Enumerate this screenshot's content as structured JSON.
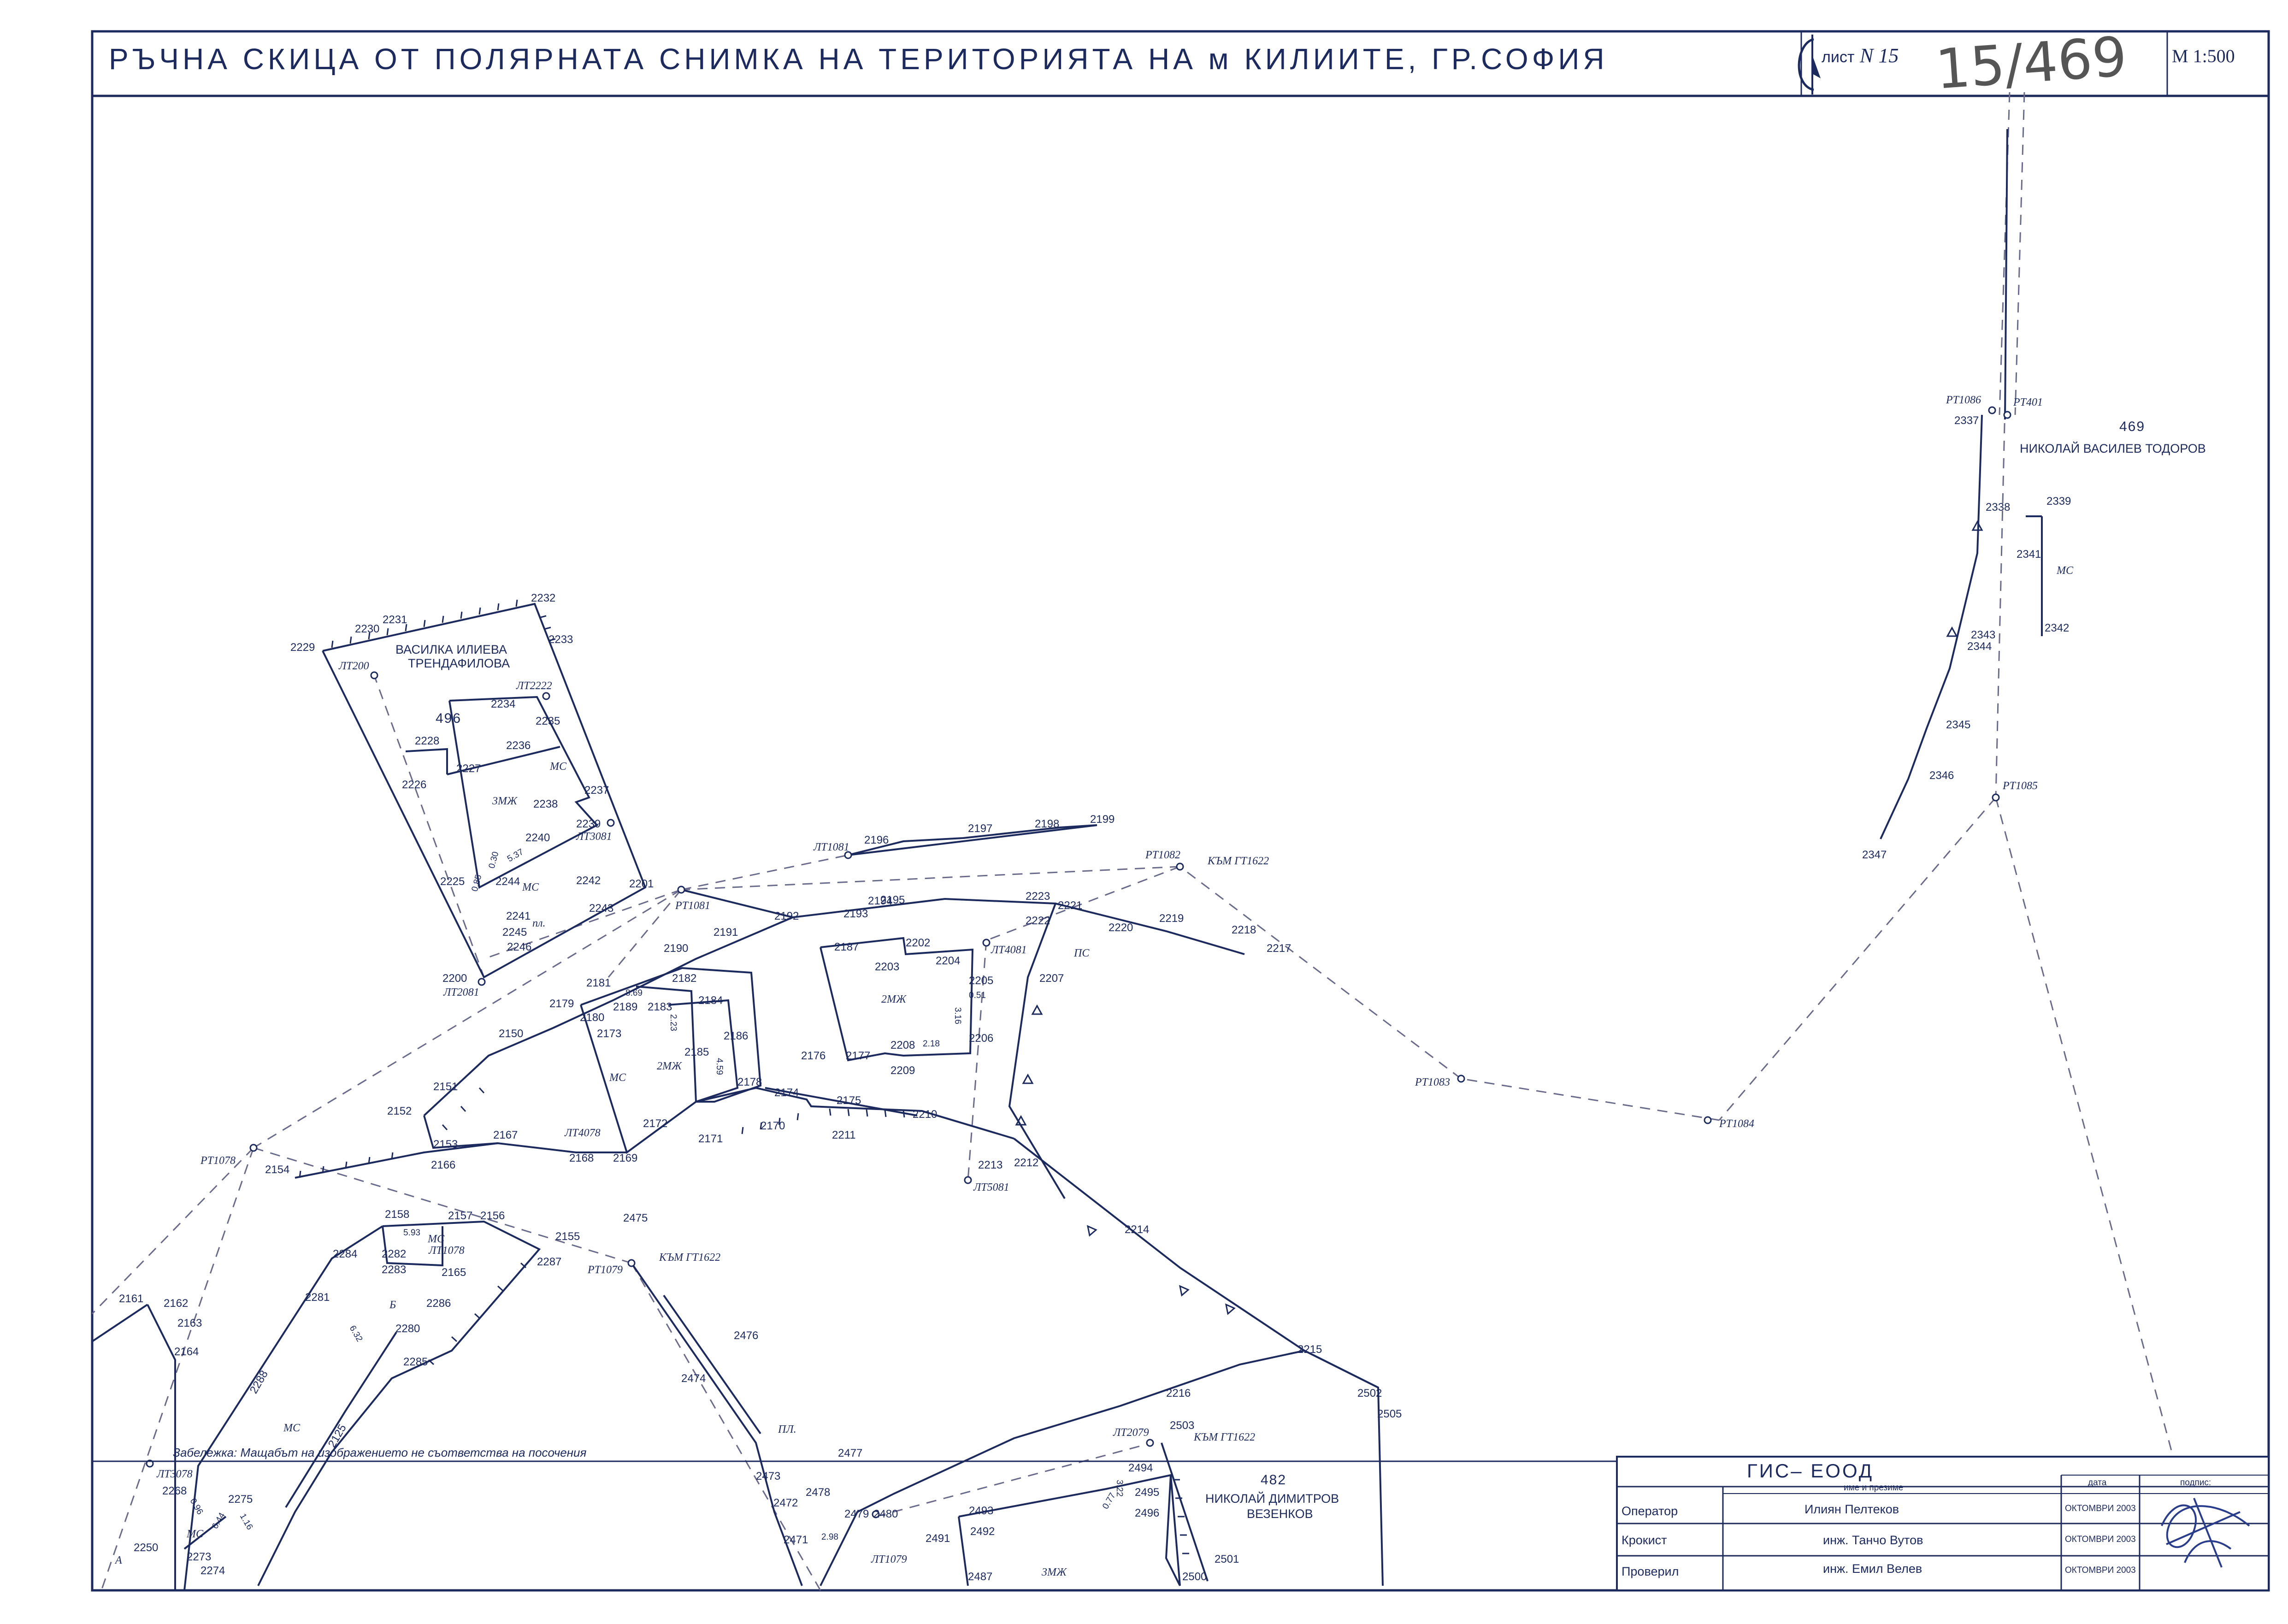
{
  "header": {
    "title": "РЪЧНА СКИЦА ОТ ПОЛЯРНАТА СНИМКА НА ТЕРИТОРИЯТА НА м КИЛИИТЕ, ГР.СОФИЯ",
    "sheet_label": "лист",
    "sheet_number": "N 15",
    "handwritten_number": "15/469",
    "scale": "М 1:500"
  },
  "owners": [
    {
      "number": "469",
      "name": "НИКОЛАЙ   ВАСИЛЕВ   ТОДОРОВ"
    },
    {
      "number": "496",
      "name_line1": "ВАСИЛКА  ИЛИЕВА",
      "name_line2": "ТРЕНДАФИЛОВА"
    },
    {
      "number": "482",
      "name_line1": "НИКОЛАЙ   ДИМИТРОВ",
      "name_line2": "ВЕЗЕНКОВ"
    }
  ],
  "stations": [
    "РТ1086",
    "РТ401",
    "РТ1085",
    "РТ1084",
    "РТ1083",
    "РТ1082",
    "РТ1081",
    "РТ1078",
    "РТ1079",
    "ЛТ1081",
    "ЛТ200",
    "ЛТ2222",
    "ЛТ3081",
    "ЛТ2081",
    "ЛТ4081",
    "ЛТ4078",
    "ЛТ5081",
    "ЛТ1078",
    "ЛТ2079",
    "ЛТ3078",
    "ЛТ1079"
  ],
  "references": [
    "КЪМ ГТ1622",
    "КЪМ ГТ1622",
    "КЪМ ГТ1622"
  ],
  "building_codes": [
    "МС",
    "МС",
    "МС",
    "МС",
    "МС",
    "МС",
    "МС",
    "3МЖ",
    "3МЖ",
    "2МЖ",
    "2МЖ",
    "ПС",
    "Б",
    "пл.",
    "ПЛ.",
    "А"
  ],
  "point_numbers": [
    "2337",
    "2338",
    "2339",
    "2341",
    "2342",
    "2343",
    "2344",
    "2345",
    "2346",
    "2347",
    "2229",
    "2230",
    "2231",
    "2232",
    "2233",
    "2234",
    "2235",
    "2228",
    "2227",
    "2226",
    "2236",
    "2237",
    "2238",
    "2239",
    "2240",
    "2225",
    "2244",
    "2242",
    "2201",
    "2243",
    "2241",
    "2245",
    "2246",
    "2200",
    "2196",
    "2197",
    "2198",
    "2199",
    "2195",
    "2223",
    "2221",
    "2222",
    "2220",
    "2219",
    "2218",
    "2217",
    "2192",
    "2193",
    "2194",
    "2191",
    "2190",
    "2187",
    "2202",
    "2203",
    "2204",
    "2205",
    "2207",
    "2206",
    "2176",
    "2177",
    "2208",
    "2209",
    "2181",
    "2182",
    "2184",
    "2179",
    "2180",
    "2189",
    "2183",
    "2173",
    "2185",
    "2186",
    "2178",
    "2174",
    "2175",
    "2210",
    "2172",
    "2171",
    "2170",
    "2211",
    "2213",
    "2212",
    "2150",
    "2151",
    "2152",
    "2153",
    "2167",
    "2168",
    "2169",
    "2166",
    "2154",
    "2214",
    "2215",
    "2216",
    "2502",
    "2505",
    "2158",
    "2157",
    "2156",
    "2155",
    "2284",
    "2282",
    "2283",
    "2165",
    "2287",
    "2281",
    "2286",
    "2280",
    "2285",
    "2161",
    "2162",
    "2163",
    "2164",
    "2288",
    "2125",
    "2475",
    "2476",
    "2474",
    "2477",
    "2473",
    "2478",
    "2472",
    "2471",
    "2479",
    "2480",
    "2503",
    "2494",
    "2495",
    "2496",
    "2493",
    "2492",
    "2491",
    "2487",
    "2501",
    "2500",
    "2268",
    "2275",
    "2250",
    "2273",
    "2274"
  ],
  "measurements": [
    "8.69",
    "2.23",
    "5.93",
    "6.32",
    "5.37",
    "0.30",
    "0.85",
    "0.51",
    "3.16",
    "2.18",
    "4.59",
    "2.98",
    "0.77",
    "3.22",
    "0.96",
    "6.44",
    "1.16"
  ],
  "note": "Забележка: Мащабът на изображението не съответства на посочения",
  "title_block": {
    "company": "ГИС– ЕООД",
    "col_name": "име и презиме",
    "col_date": "дата",
    "col_sign": "подпис:",
    "rows": [
      {
        "role": "Оператор",
        "name": "Илиян Пелтеков",
        "date": "ОКТОМВРИ 2003"
      },
      {
        "role": "Крокист",
        "name": "инж. Танчо Вутов",
        "date": "ОКТОМВРИ 2003"
      },
      {
        "role": "Проверил",
        "name": "инж. Емил Велев",
        "date": "ОКТОМВРИ 2003"
      }
    ]
  },
  "colors": {
    "ink": "#1c2a5e",
    "paper": "#ffffff",
    "pencil": "#4a4a6a"
  }
}
